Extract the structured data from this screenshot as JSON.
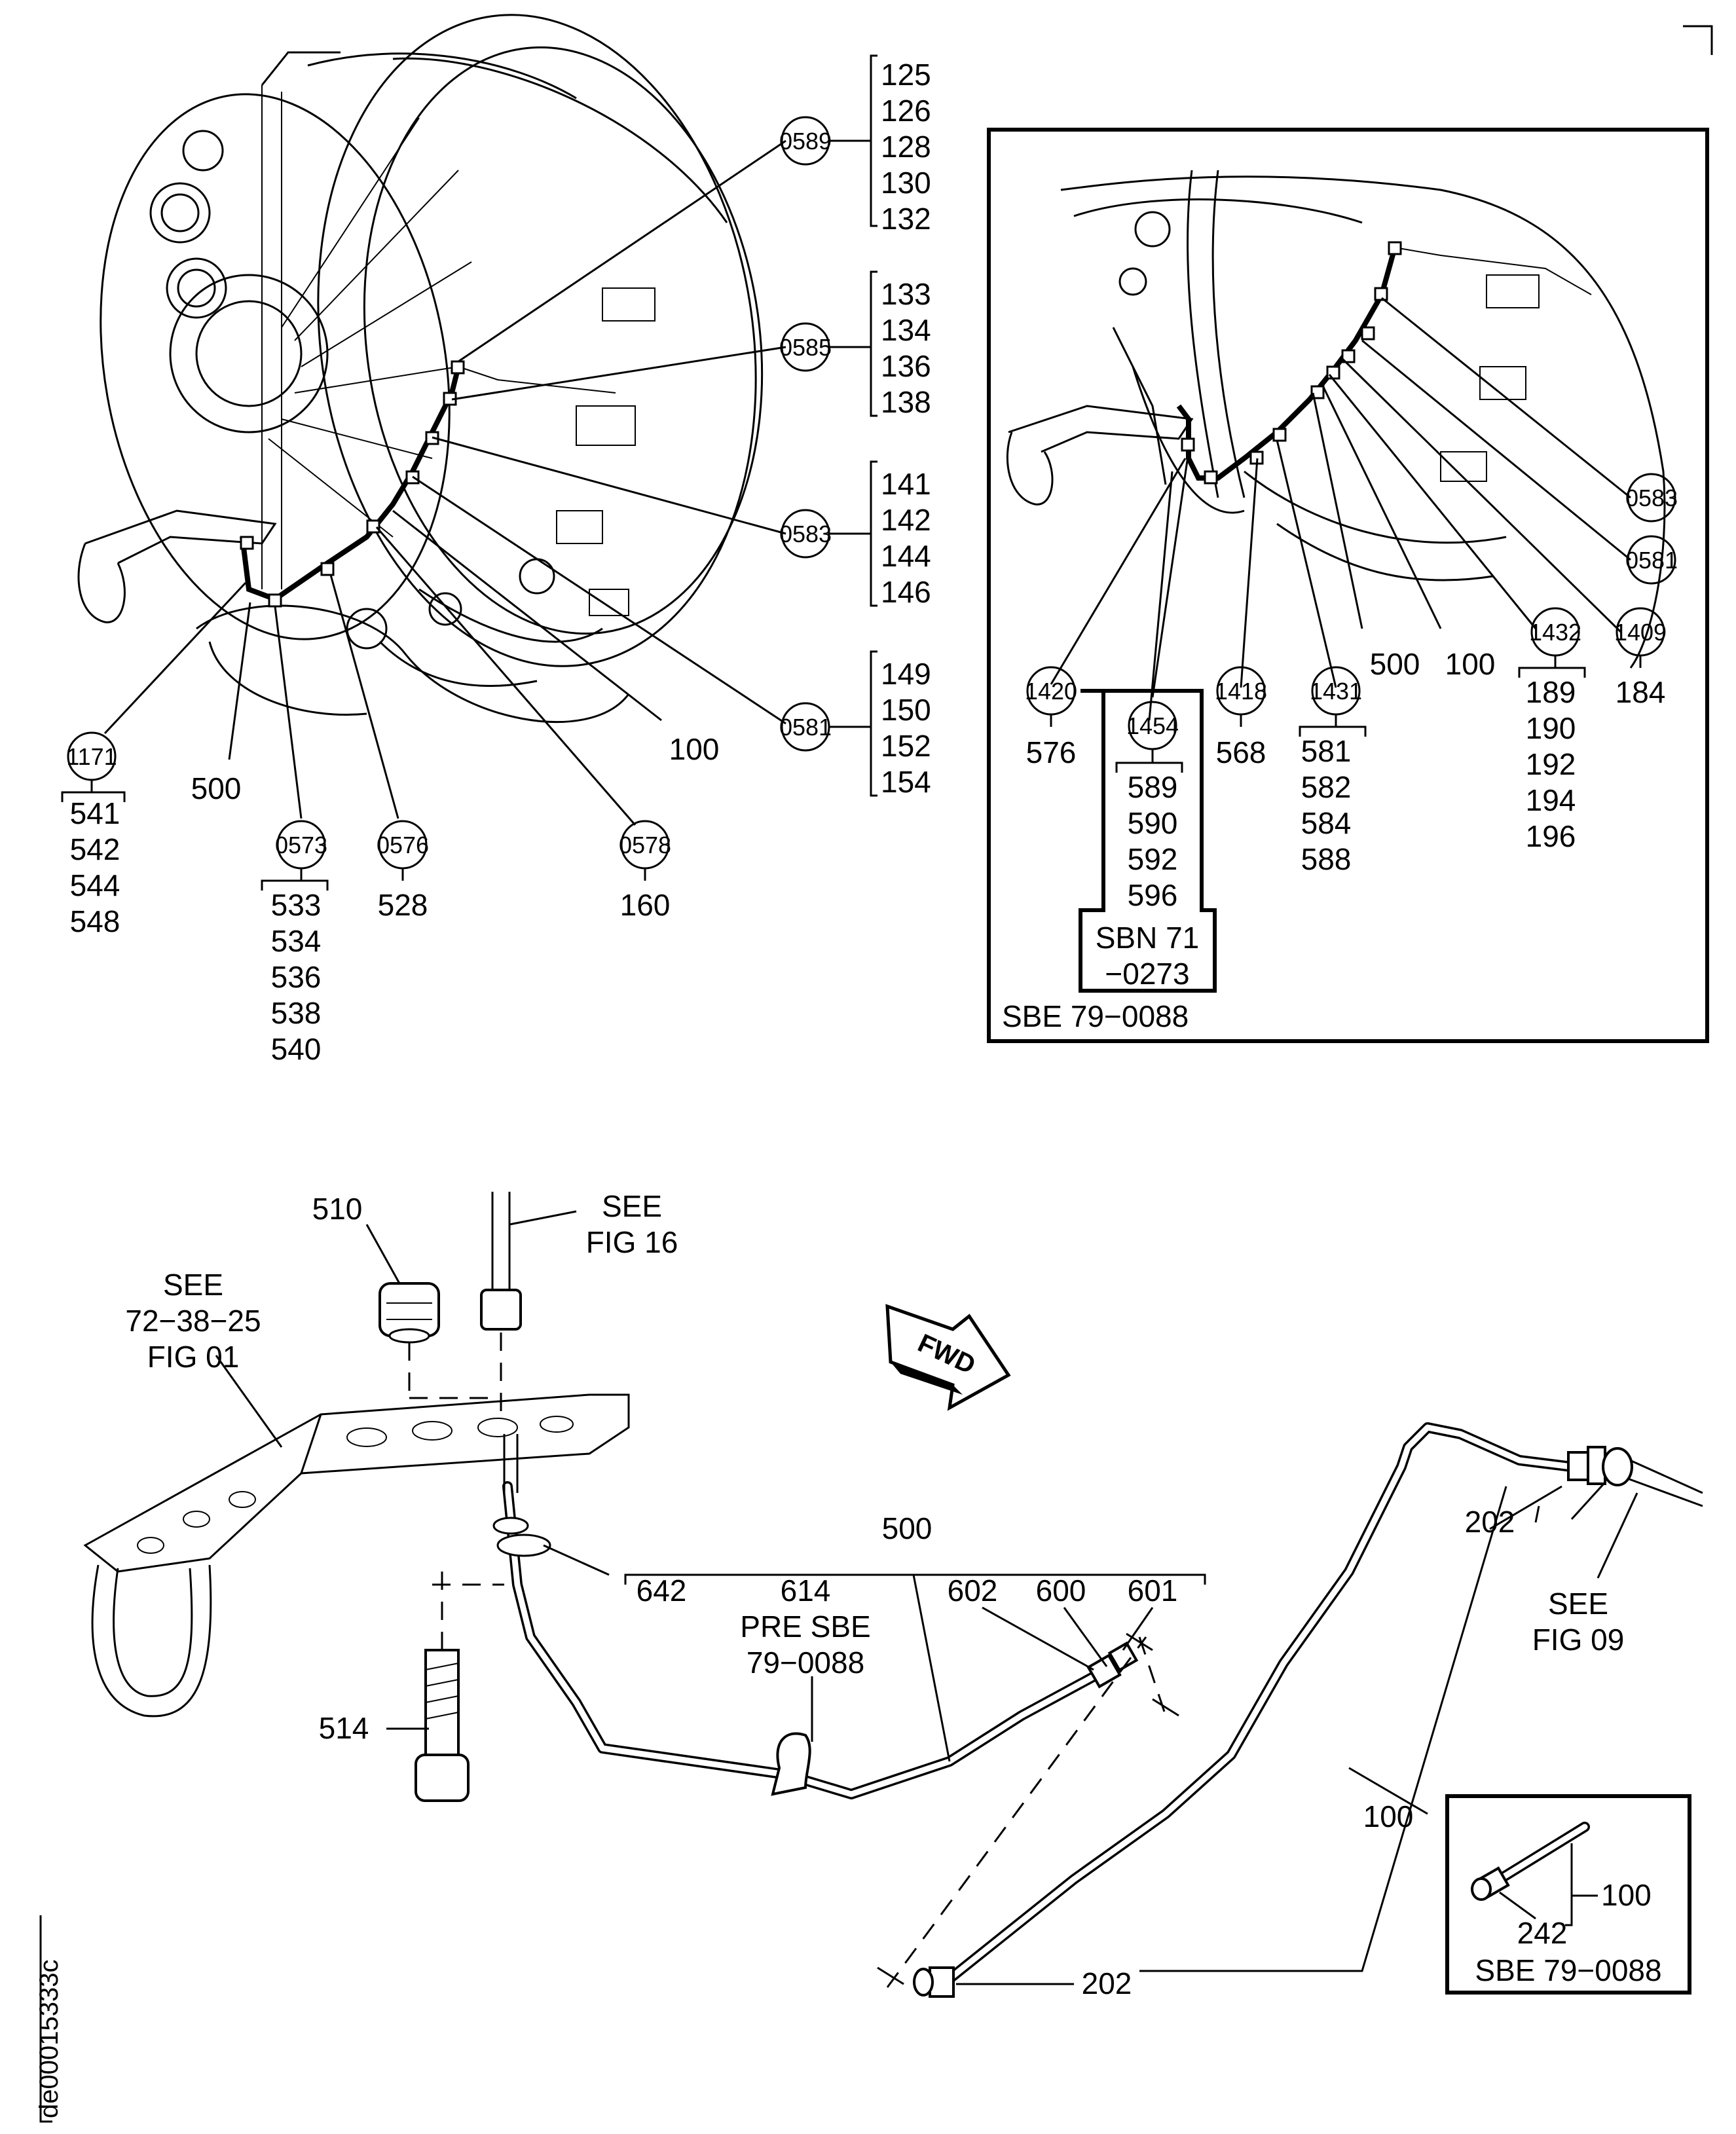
{
  "doc_id": "de00015333c",
  "top_left": {
    "callouts": [
      {
        "id": "0589",
        "items": [
          "125",
          "126",
          "128",
          "130",
          "132"
        ]
      },
      {
        "id": "0585",
        "items": [
          "133",
          "134",
          "136",
          "138"
        ]
      },
      {
        "id": "0583",
        "items": [
          "141",
          "142",
          "144",
          "146"
        ]
      },
      {
        "id": "0581",
        "items": [
          "149",
          "150",
          "152",
          "154"
        ]
      },
      {
        "id": "1171",
        "items": [
          "541",
          "542",
          "544",
          "548"
        ]
      },
      {
        "id": "0573",
        "items": [
          "533",
          "534",
          "536",
          "538",
          "540"
        ]
      },
      {
        "id": "0576",
        "items": [
          "528"
        ]
      },
      {
        "id": "0578",
        "items": [
          "160"
        ]
      }
    ],
    "labels": {
      "a": "500",
      "b": "100"
    }
  },
  "inset_top": {
    "callouts": [
      {
        "id": "0583"
      },
      {
        "id": "0581"
      },
      {
        "id": "1420",
        "items": [
          "576"
        ]
      },
      {
        "id": "1454",
        "items": [
          "589",
          "590",
          "592",
          "596"
        ]
      },
      {
        "id": "1418",
        "items": [
          "568"
        ]
      },
      {
        "id": "1431",
        "items": [
          "581",
          "582",
          "584",
          "588"
        ]
      },
      {
        "id": "1432",
        "items": [
          "189",
          "190",
          "192",
          "194",
          "196"
        ]
      },
      {
        "id": "1409",
        "items": [
          "184"
        ]
      }
    ],
    "labels": {
      "a": "500",
      "b": "100"
    },
    "sbn": [
      "SBN 71",
      "−0273"
    ],
    "caption": "SBE 79−0088"
  },
  "bottom": {
    "see1": [
      "SEE",
      "72−38−25",
      "FIG 01"
    ],
    "see16": [
      "SEE",
      "FIG 16"
    ],
    "see09": [
      "SEE",
      "FIG 09"
    ],
    "fwd": "FWD",
    "parts": {
      "p510": "510",
      "p514": "514",
      "p500": "500",
      "p642": "642",
      "p614": "614",
      "p602": "602",
      "p600": "600",
      "p601": "601",
      "p202a": "202",
      "p202b": "202",
      "p100": "100"
    },
    "pre_sbe": [
      "PRE SBE",
      "79−0088"
    ]
  },
  "inset_bottom": {
    "p100": "100",
    "p242": "242",
    "caption": "SBE 79−0088"
  }
}
